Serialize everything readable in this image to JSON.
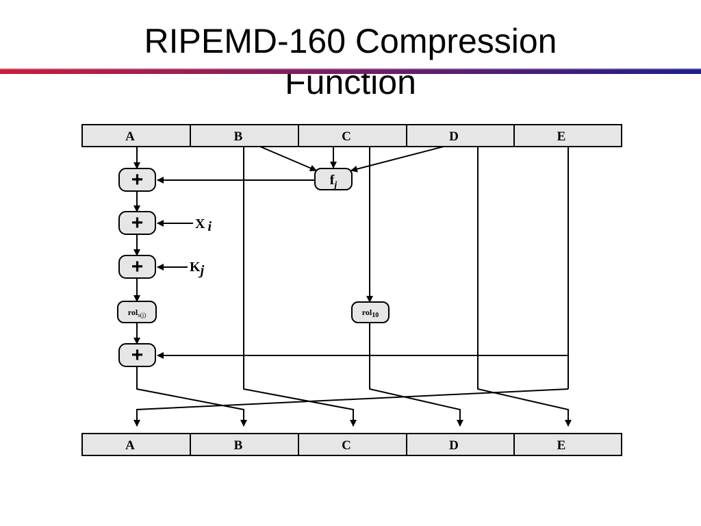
{
  "title": {
    "line1": "RIPEMD-160 Compression",
    "line2": "Function"
  },
  "colors": {
    "rule_left": "#c81e3c",
    "rule_right": "#1e1e8c",
    "register_fill": "#e6e6e6",
    "node_fill": "#e6e6e6",
    "stroke": "#000000"
  },
  "diagram": {
    "top_registers": [
      "A",
      "B",
      "C",
      "D",
      "E"
    ],
    "bottom_registers": [
      "A",
      "B",
      "C",
      "D",
      "E"
    ],
    "function_box": {
      "base": "f",
      "sub": "j"
    },
    "adders": [
      "+",
      "+",
      "+",
      "+"
    ],
    "rotate_left_s": {
      "base": "rol",
      "sub": "s(j)"
    },
    "rotate_left_10": {
      "base": "rol",
      "sub": "10"
    },
    "input_x": {
      "base": "X",
      "sub": "i"
    },
    "input_k": {
      "base": "K",
      "sub": "j"
    }
  }
}
